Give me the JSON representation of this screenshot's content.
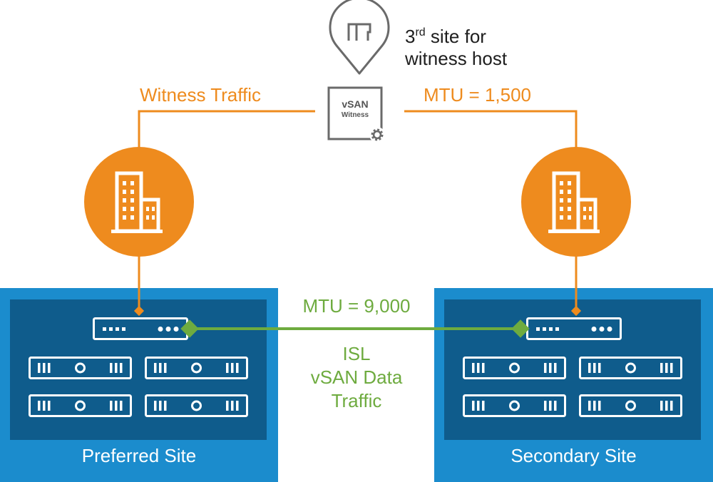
{
  "witness_site": {
    "label_line1_prefix": "3",
    "label_line1_sup": "rd",
    "label_line1_suffix": " site for",
    "label_line2": "witness host",
    "box_line1": "vSAN",
    "box_line2": "Witness"
  },
  "witness_traffic_label": "Witness Traffic",
  "witness_mtu_label": "MTU = 1,500",
  "isl": {
    "mtu_label": "MTU = 9,000",
    "line1": "ISL",
    "line2": "vSAN Data",
    "line3": "Traffic"
  },
  "sites": {
    "preferred": "Preferred Site",
    "secondary": "Secondary Site"
  },
  "colors": {
    "orange": "#ee8b1e",
    "green": "#6eab3f",
    "site_outer": "#1b8ccd",
    "site_inner": "#0f5c8c",
    "gray": "#6a6a6a"
  },
  "icons": [
    "map-pin-icon",
    "building-icon",
    "gear-icon",
    "network-switch-icon",
    "server-icon"
  ]
}
